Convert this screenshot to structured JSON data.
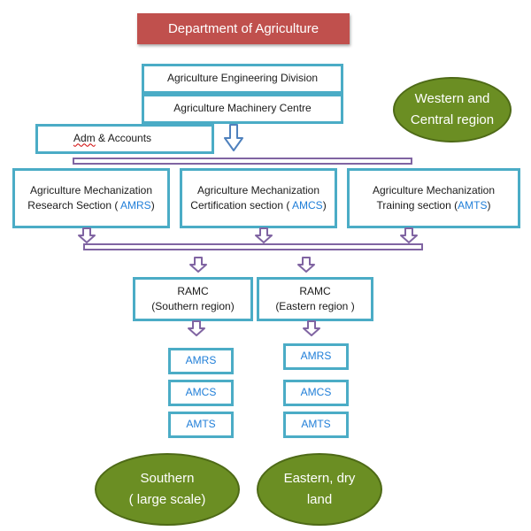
{
  "title": "Department of Agriculture",
  "division": "Agriculture  Engineering Division",
  "machinery": "Agriculture Machinery Centre",
  "adm_prefix": "Adm",
  "adm_suffix": " & Accounts",
  "sections": [
    {
      "line1": "Agriculture Mechanization",
      "line2a": "Research Section ( ",
      "abbr": "AMRS",
      "line2b": ")"
    },
    {
      "line1": "Agriculture Mechanization",
      "line2a": "Certification section ( ",
      "abbr": "AMCS",
      "line2b": ")"
    },
    {
      "line1": "Agriculture Mechanization",
      "line2a": "Training section (",
      "abbr": "AMTS",
      "line2b": ")"
    }
  ],
  "ramc": [
    {
      "line1": "RAMC",
      "line2": "(Southern region)"
    },
    {
      "line1": "RAMC",
      "line2": "(Eastern region )"
    }
  ],
  "units": [
    "AMRS",
    "AMCS",
    "AMTS"
  ],
  "regions": {
    "western": {
      "line1": "Western and",
      "line2": "Central region"
    },
    "southern": {
      "line1": "Southern",
      "line2": "( large scale)"
    },
    "eastern": {
      "line1": "Eastern, dry",
      "line2": "land"
    }
  },
  "colors": {
    "title_bg": "#c0504d",
    "box_border": "#4bacc6",
    "connector": "#8064a2",
    "ellipse": "#6b8e23",
    "abbr": "#1f7ed8"
  }
}
